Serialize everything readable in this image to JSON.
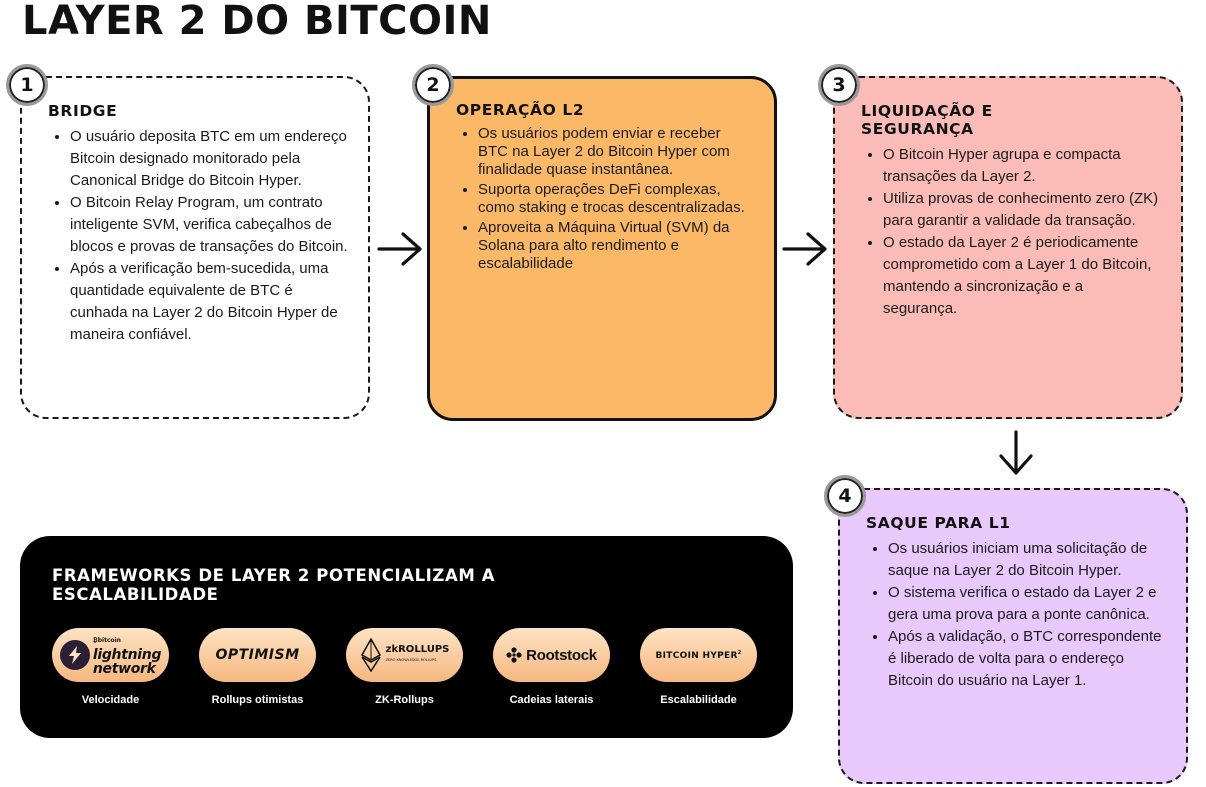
{
  "title": "LAYER 2 DO BITCOIN",
  "steps": [
    {
      "number": "1",
      "title": "BRIDGE",
      "bullets": [
        "O usuário deposita BTC em um endereço Bitcoin designado monitorado pela Canonical Bridge do Bitcoin Hyper.",
        "O Bitcoin Relay Program, um contrato inteligente SVM, verifica cabeçalhos de blocos e provas de transações do Bitcoin.",
        "Após a verificação bem-sucedida, uma quantidade equivalente de BTC é cunhada na Layer 2 do Bitcoin Hyper de maneira confiável."
      ],
      "background": "#ffffff"
    },
    {
      "number": "2",
      "title": "OPERAÇÃO L2",
      "bullets": [
        "Os usuários podem enviar e receber BTC na Layer 2 do Bitcoin Hyper com finalidade quase instantânea.",
        "Suporta operações DeFi complexas, como staking e trocas descentralizadas.",
        "Aproveita a Máquina Virtual (SVM) da Solana para alto rendimento e escalabilidade"
      ],
      "background": "#fbb968"
    },
    {
      "number": "3",
      "title": "LIQUIDAÇÃO E SEGURANÇA",
      "bullets": [
        "O Bitcoin Hyper agrupa e compacta transações da Layer 2.",
        "Utiliza provas de conhecimento zero (ZK) para garantir a validade da transação.",
        "O estado da Layer 2 é periodicamente comprometido com a Layer 1 do Bitcoin, mantendo a sincronização e a segurança."
      ],
      "background": "#fbbcb8"
    },
    {
      "number": "4",
      "title": "SAQUE PARA L1",
      "bullets": [
        "Os usuários iniciam uma solicitação de saque na Layer 2 do Bitcoin Hyper.",
        "O sistema verifica o estado da Layer 2 e gera uma prova para a ponte canônica.",
        "Após a validação, o BTC correspondente é liberado de volta para o endereço Bitcoin do usuário na Layer 1."
      ],
      "background": "#e9c8fb"
    }
  ],
  "frameworks": {
    "title": "FRAMEWORKS DE LAYER 2 POTENCIALIZAM A ESCALABILIDADE",
    "items": [
      {
        "logo_small": "₿bitcoin",
        "logo_line1": "lightning",
        "logo_line2": "network",
        "icon": "lightning-bolt-icon",
        "caption": "Velocidade"
      },
      {
        "logo": "OPTIMISM",
        "caption": "Rollups otimistas"
      },
      {
        "logo": "zkROLLUPS",
        "logo_sub": "ZERO KNOWLEDGE ROLLUPS",
        "icon": "ethereum-icon",
        "caption": "ZK-Rollups"
      },
      {
        "logo": "Rootstock",
        "icon": "rootstock-icon",
        "caption": "Cadeias laterais"
      },
      {
        "logo": "BITCOIN HYPER",
        "logo_sup": "2",
        "caption": "Escalabilidade"
      }
    ]
  },
  "colors": {
    "card_border": "#1a1a1a",
    "frameworks_bg": "#000000",
    "pill_top": "#fde3c4",
    "pill_bottom": "#f6b780"
  }
}
